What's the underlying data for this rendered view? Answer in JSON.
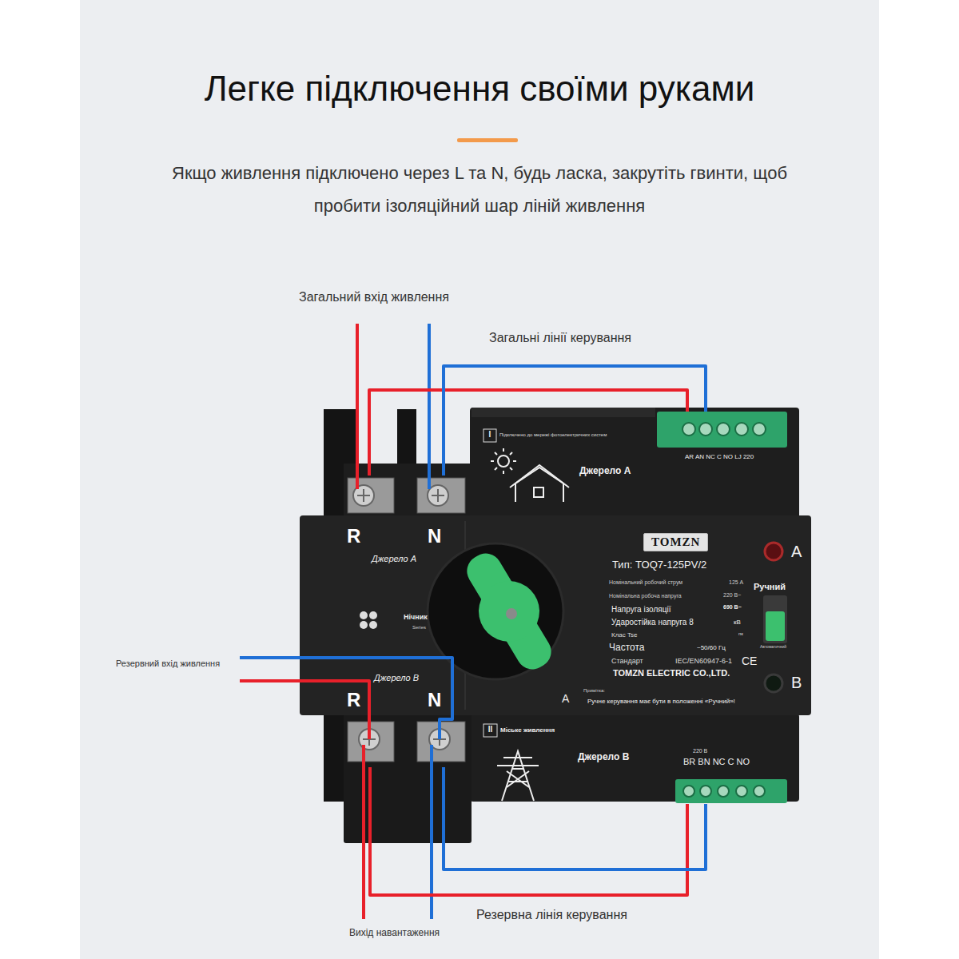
{
  "diagram": {
    "title": "Легке підключення своїми руками",
    "nodes": [
      {
        "text": [
          "AR AN NC C NO LJ 220"
        ]
      },
      {
        "text": [
          "R",
          "N"
        ]
      },
      {
        "text": [
          "TOMZN"
        ]
      },
      {
        "text": [
          "R",
          "N"
        ]
      },
      {
        "text": [
          "220 В",
          "BR BN NC C NO"
        ]
      }
    ],
    "edges": [
      {
        "from": 1,
        "to": 0,
        "arrow": "none"
      },
      {
        "from": 1,
        "to": 0,
        "arrow": "none"
      },
      {
        "from": 3,
        "to": 4,
        "arrow": "none"
      },
      {
        "from": 3,
        "to": 4,
        "arrow": "none"
      }
    ],
    "labels": [
      "Якщо живлення підключено через L та N, будь ласка, закрутіть гвинти, щоб пробити ізоляційний шар ліній живлення",
      "Загальний вхід живлення",
      "Загальні лінії керування",
      "I",
      "Підключено до мережі фотоелектричних систем",
      "Джерело А",
      "Джерело А",
      "Нічник",
      "Series",
      "Тип: TOQ7-125PV/2",
      "Номінальний робочий струм",
      "125 А",
      "Номінальна робоча напруга",
      "220 В~",
      "Напруга ізоляції",
      "690 В~",
      "Ударостійка напруга 8",
      "кВ",
      "Клас Tse",
      "пк",
      "Частота",
      "~50/60 Гц",
      "Стандарт",
      "IEC/EN60947-6-1",
      "TOMZN ELECTRIC CO.,LTD.",
      "CE",
      "Примітка:",
      "Ручне керування має бути в положенні «Ручний»!",
      "A",
      "A",
      "Ручний",
      "Автоматичний",
      "B",
      "Резервний вхід живлення",
      "Джерело В",
      "II",
      "Міське живлення",
      "Джерело В",
      "Резервна лінія керування",
      "Вихід навантаження"
    ]
  }
}
